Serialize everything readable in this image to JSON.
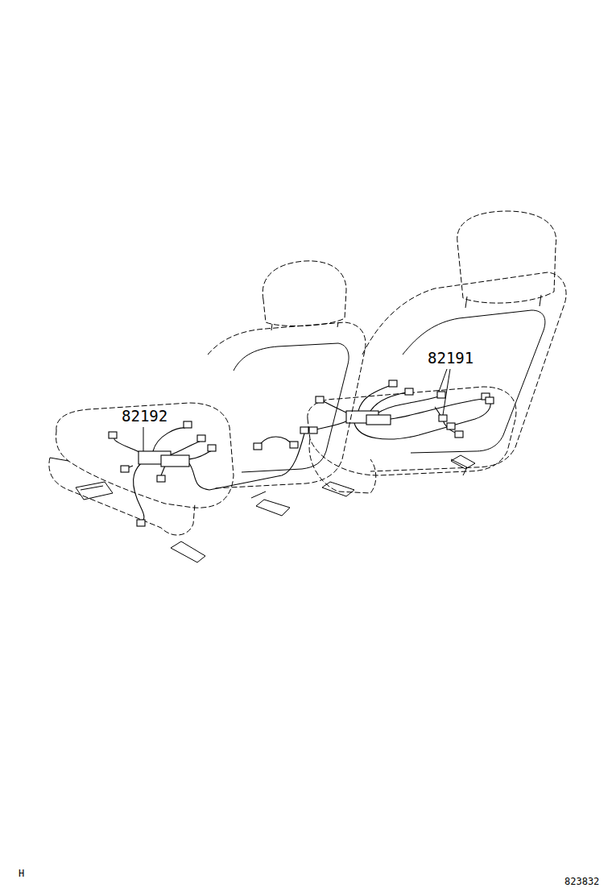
{
  "diagram": {
    "labels": [
      "82192",
      "82191",
      "H",
      "823832"
    ]
  }
}
